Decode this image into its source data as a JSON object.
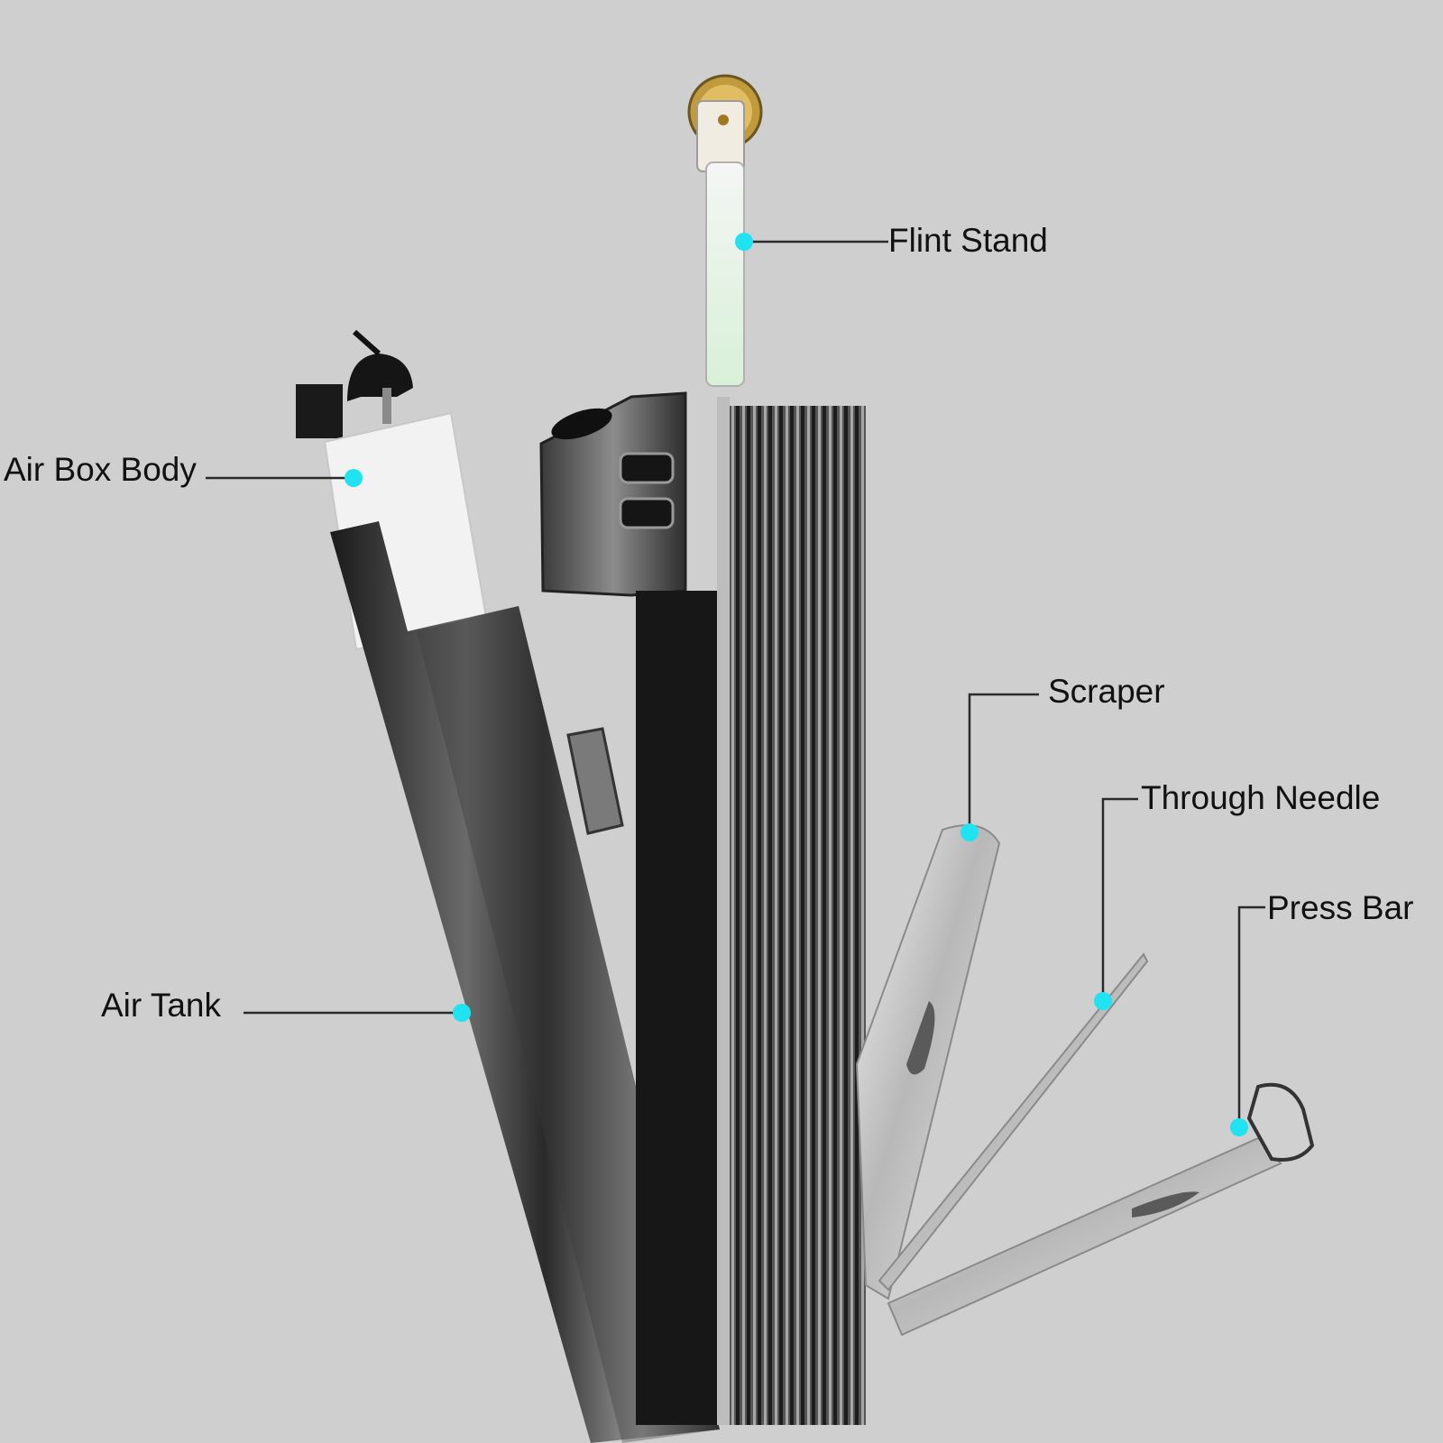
{
  "colors": {
    "background": "#cfcfcf",
    "marker": "#1fe3f0",
    "leader": "#2a2a2a",
    "label_text": "#111111"
  },
  "labels": {
    "flint_stand": "Flint Stand",
    "air_box_body": "Air Box Body",
    "scraper": "Scraper",
    "through_needle": "Through Needle",
    "press_bar": "Press Bar",
    "air_tank": "Air Tank"
  }
}
